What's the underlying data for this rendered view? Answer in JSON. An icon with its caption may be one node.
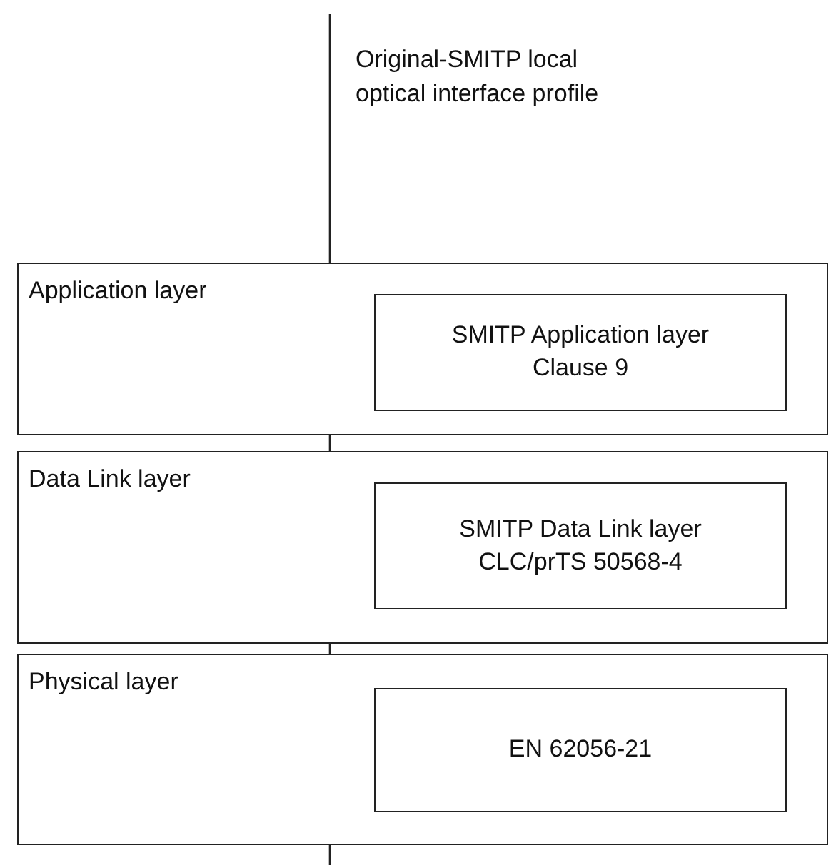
{
  "diagram": {
    "nodes": [
      {
        "text": [
          "Application layer"
        ]
      },
      {
        "text": [
          "SMITP Application layer",
          "Clause 9"
        ],
        "in": 0
      },
      {
        "text": [
          "Data Link layer"
        ]
      },
      {
        "text": [
          "SMITP Data Link layer",
          "CLC/prTS 50568-4"
        ],
        "in": 2
      },
      {
        "text": [
          "Physical layer"
        ]
      },
      {
        "text": [
          "EN 62056-21"
        ],
        "in": 4
      }
    ],
    "labels": [
      "Original-SMITP local optical interface profile"
    ]
  }
}
